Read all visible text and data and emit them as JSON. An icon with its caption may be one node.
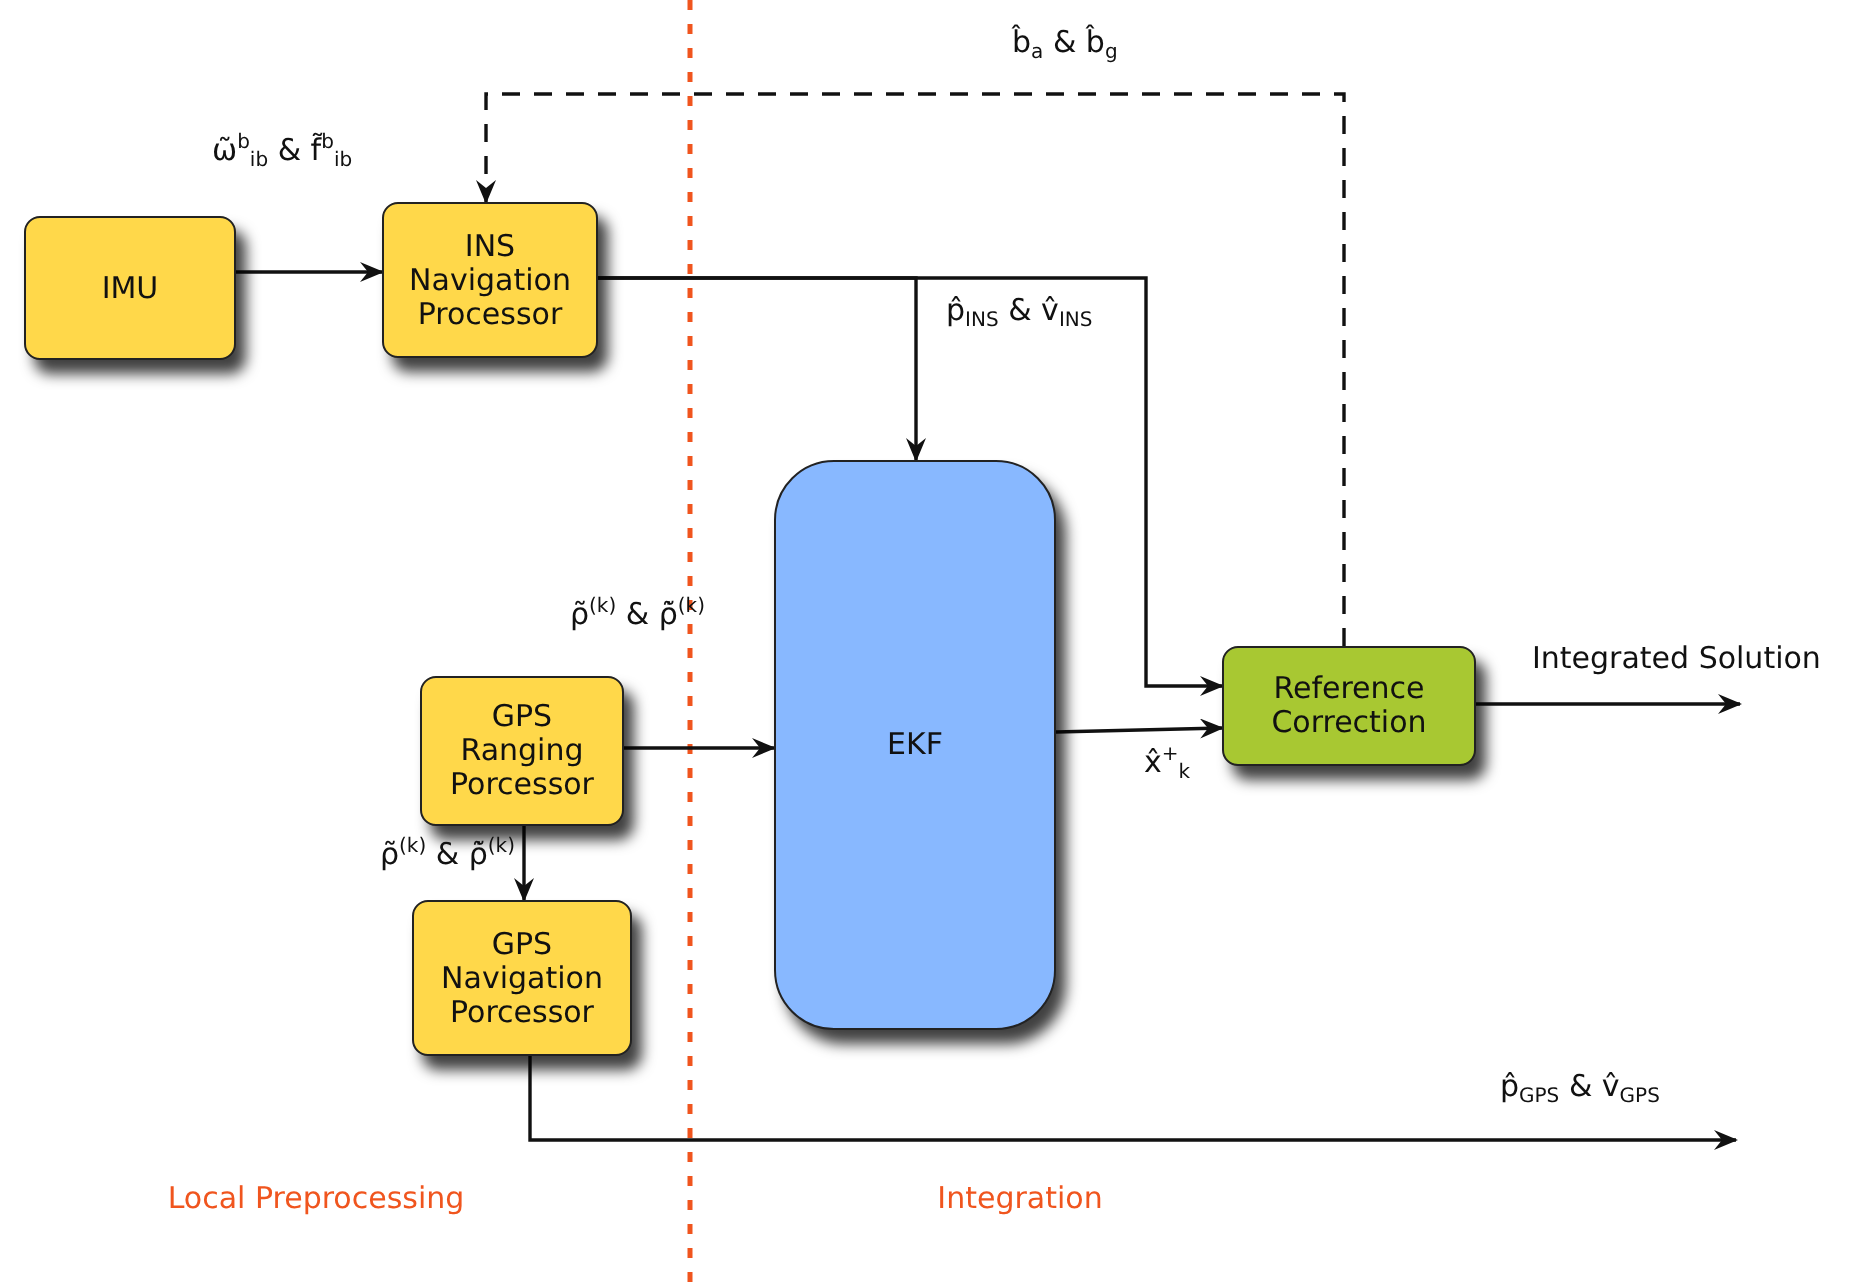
{
  "diagram": {
    "nodes": [
      {
        "text": [
          "IMU"
        ]
      },
      {
        "text": [
          "INS Navigation Processor"
        ]
      },
      {
        "text": [
          "GPS Ranging Porcessor"
        ]
      },
      {
        "text": [
          "GPS Navigation Porcessor"
        ]
      },
      {
        "text": [
          "EKF"
        ]
      },
      {
        "text": [
          "Reference Correction"
        ]
      }
    ],
    "edges": [
      {
        "from": 0,
        "to": 1,
        "arrow": "to",
        "label": "ω̃$^{b}$$_{ib}$ & f̃$^{b}$$_{ib}$"
      },
      {
        "from": 1,
        "to": 4,
        "arrow": "to"
      },
      {
        "from": 1,
        "to": 5,
        "arrow": "to",
        "label": "p̂$_{INS}$ & v̂$_{INS}$"
      },
      {
        "from": 4,
        "to": 5,
        "arrow": "to",
        "label": "x̂$^{+}$$_{k}$"
      },
      {
        "from": 5,
        "to": 1,
        "arrow": "to",
        "style": "dashed",
        "label": "b̂$_{a}$ & b̂$_{g}$"
      },
      {
        "from": 5,
        "to": null,
        "arrow": "to",
        "label": "Integrated Solution"
      },
      {
        "from": 2,
        "to": 4,
        "arrow": "to",
        "label": "ρ̃$^{(k)}$ & ρ̃̇$^{(k)}$"
      },
      {
        "from": 2,
        "to": 3,
        "arrow": "to",
        "label": "ρ̃$^{(k)}$ & ρ̃̇$^{(k)}$"
      },
      {
        "from": 3,
        "to": null,
        "arrow": "to",
        "label": "p̂$_{GPS}$ & v̂$_{GPS}$"
      }
    ],
    "labels": [
      "Local Preprocessing",
      "Integration"
    ]
  }
}
